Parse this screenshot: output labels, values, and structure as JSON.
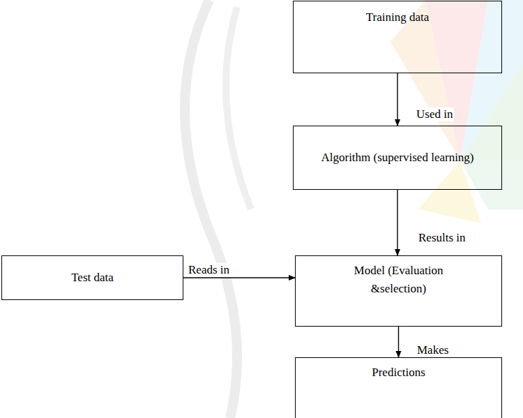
{
  "diagram": {
    "nodes": [
      {
        "text": [
          "Training data"
        ]
      },
      {
        "text": [
          "Algorithm (supervised learning)"
        ]
      },
      {
        "text": [
          "Test data"
        ]
      },
      {
        "text": [
          "Model (Evaluation &selection)"
        ]
      },
      {
        "text": [
          "Predictions"
        ]
      }
    ],
    "edges": [
      {
        "from": 0,
        "to": 1,
        "label": "Used in",
        "arrow": "to"
      },
      {
        "from": 1,
        "to": 3,
        "label": "Results in",
        "arrow": "to"
      },
      {
        "from": 2,
        "to": 3,
        "label": "Reads in",
        "arrow": "to"
      },
      {
        "from": 3,
        "to": 4,
        "label": "Makes",
        "arrow": "to"
      }
    ]
  }
}
